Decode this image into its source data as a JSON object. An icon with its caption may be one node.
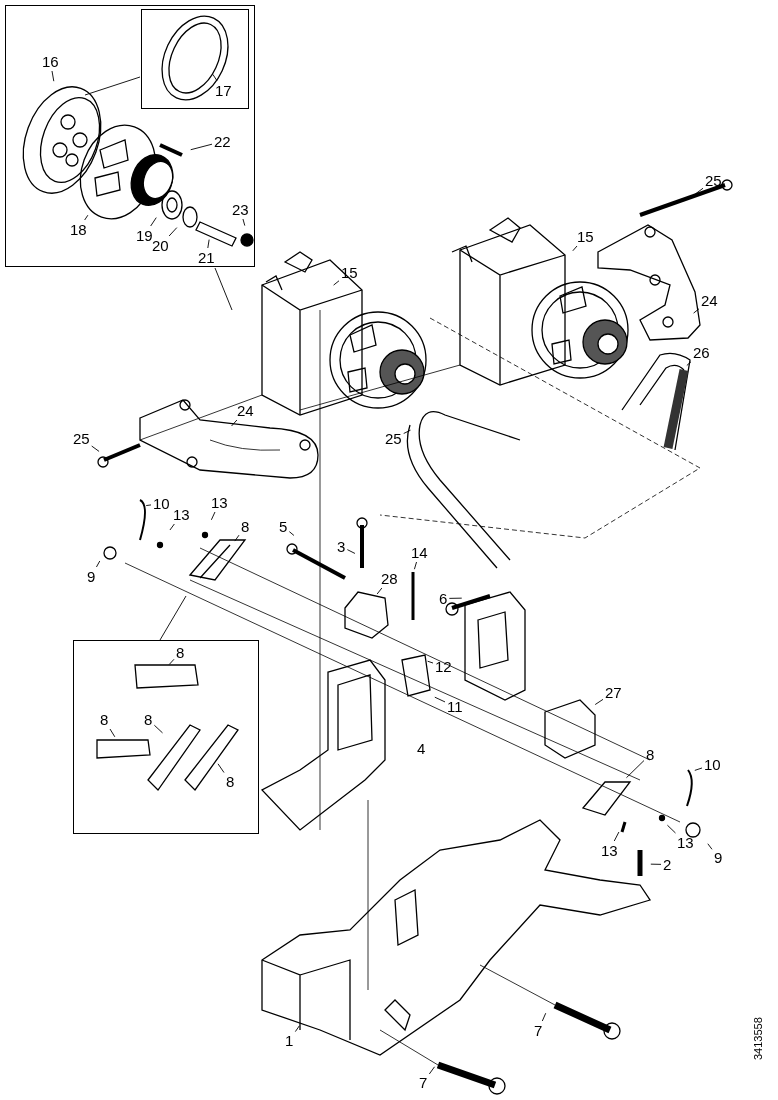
{
  "diagram": {
    "nodes": [
      {
        "text": [],
        "shape": "box"
      },
      {
        "text": [],
        "shape": "box",
        "in": 0
      },
      {
        "text": [
          "16"
        ],
        "in": 0
      },
      {
        "text": [
          "17"
        ],
        "in": 1
      },
      {
        "text": [
          "22"
        ],
        "in": 0
      },
      {
        "text": [
          "18"
        ],
        "in": 0
      },
      {
        "text": [
          "23"
        ],
        "in": 0
      },
      {
        "text": [
          "19"
        ],
        "in": 0
      },
      {
        "text": [
          "20"
        ],
        "in": 0
      },
      {
        "text": [
          "21"
        ],
        "in": 0
      },
      {
        "text": [
          "25"
        ]
      },
      {
        "text": [
          "15"
        ]
      },
      {
        "text": [
          "15"
        ]
      },
      {
        "text": [
          "24"
        ]
      },
      {
        "text": [
          "26"
        ]
      },
      {
        "text": [
          "24"
        ]
      },
      {
        "text": [
          "25"
        ]
      },
      {
        "text": [
          "25"
        ]
      },
      {
        "text": [
          "10"
        ]
      },
      {
        "text": [
          "13"
        ]
      },
      {
        "text": [
          "13"
        ]
      },
      {
        "text": [
          "8"
        ]
      },
      {
        "text": [
          "5"
        ]
      },
      {
        "text": [
          "9"
        ]
      },
      {
        "text": [
          "3"
        ]
      },
      {
        "text": [
          "14"
        ]
      },
      {
        "text": [
          "28"
        ]
      },
      {
        "text": [
          "6"
        ]
      },
      {
        "text": [],
        "shape": "box"
      },
      {
        "text": [
          "8"
        ],
        "in": 28
      },
      {
        "text": [
          "8"
        ],
        "in": 28
      },
      {
        "text": [
          "8"
        ],
        "in": 28
      },
      {
        "text": [
          "8"
        ],
        "in": 28
      },
      {
        "text": [
          "12"
        ]
      },
      {
        "text": [
          "11"
        ]
      },
      {
        "text": [
          "27"
        ]
      },
      {
        "text": [
          "8"
        ]
      },
      {
        "text": [
          "10"
        ]
      },
      {
        "text": [
          "13"
        ]
      },
      {
        "text": [
          "13"
        ]
      },
      {
        "text": [
          "2"
        ]
      },
      {
        "text": [
          "9"
        ]
      },
      {
        "text": [
          "1"
        ]
      },
      {
        "text": [
          "7"
        ]
      },
      {
        "text": [
          "7"
        ]
      }
    ],
    "edges": [
      {
        "from": 0,
        "to": null,
        "arrow": "none"
      },
      {
        "from": 1,
        "to": null,
        "arrow": "none"
      },
      {
        "from": 2,
        "to": null,
        "arrow": "none"
      },
      {
        "from": 3,
        "to": null,
        "arrow": "none"
      },
      {
        "from": 4,
        "to": null,
        "arrow": "none"
      },
      {
        "from": 5,
        "to": null,
        "arrow": "none"
      },
      {
        "from": 6,
        "to": null,
        "arrow": "none"
      },
      {
        "from": 7,
        "to": null,
        "arrow": "none"
      },
      {
        "from": 8,
        "to": null,
        "arrow": "none"
      },
      {
        "from": 9,
        "to": null,
        "arrow": "none"
      },
      {
        "from": 10,
        "to": null,
        "arrow": "none"
      },
      {
        "from": 11,
        "to": null,
        "arrow": "none"
      },
      {
        "from": 12,
        "to": null,
        "arrow": "none"
      },
      {
        "from": 13,
        "to": null,
        "arrow": "none"
      },
      {
        "from": 14,
        "to": null,
        "arrow": "none"
      },
      {
        "from": 15,
        "to": null,
        "arrow": "none"
      },
      {
        "from": 16,
        "to": null,
        "arrow": "none"
      },
      {
        "from": 17,
        "to": null,
        "arrow": "none"
      },
      {
        "from": 18,
        "to": null,
        "arrow": "none"
      },
      {
        "from": 19,
        "to": null,
        "arrow": "none"
      },
      {
        "from": 20,
        "to": null,
        "arrow": "none"
      },
      {
        "from": 21,
        "to": null,
        "arrow": "none"
      },
      {
        "from": 22,
        "to": null,
        "arrow": "none"
      },
      {
        "from": 23,
        "to": null,
        "arrow": "none"
      },
      {
        "from": 24,
        "to": null,
        "arrow": "none"
      },
      {
        "from": 25,
        "to": null,
        "arrow": "none"
      },
      {
        "from": 26,
        "to": null,
        "arrow": "none"
      },
      {
        "from": 27,
        "to": null,
        "arrow": "none"
      },
      {
        "from": 28,
        "to": null,
        "arrow": "none"
      },
      {
        "from": 29,
        "to": null,
        "arrow": "none"
      },
      {
        "from": 30,
        "to": null,
        "arrow": "none"
      },
      {
        "from": 31,
        "to": null,
        "arrow": "none"
      },
      {
        "from": 32,
        "to": null,
        "arrow": "none"
      },
      {
        "from": 33,
        "to": null,
        "arrow": "none"
      },
      {
        "from": 34,
        "to": null,
        "arrow": "none"
      },
      {
        "from": 35,
        "to": null,
        "arrow": "none"
      },
      {
        "from": 36,
        "to": null,
        "arrow": "none"
      },
      {
        "from": 37,
        "to": null,
        "arrow": "none"
      },
      {
        "from": 38,
        "to": null,
        "arrow": "none"
      },
      {
        "from": 39,
        "to": null,
        "arrow": "none"
      },
      {
        "from": 40,
        "to": null,
        "arrow": "none"
      },
      {
        "from": 41,
        "to": null,
        "arrow": "none"
      },
      {
        "from": 42,
        "to": null,
        "arrow": "none"
      },
      {
        "from": 43,
        "to": null,
        "arrow": "none"
      },
      {
        "from": 44,
        "to": null,
        "arrow": "none"
      }
    ],
    "labels": [
      "4",
      "3413558"
    ]
  }
}
